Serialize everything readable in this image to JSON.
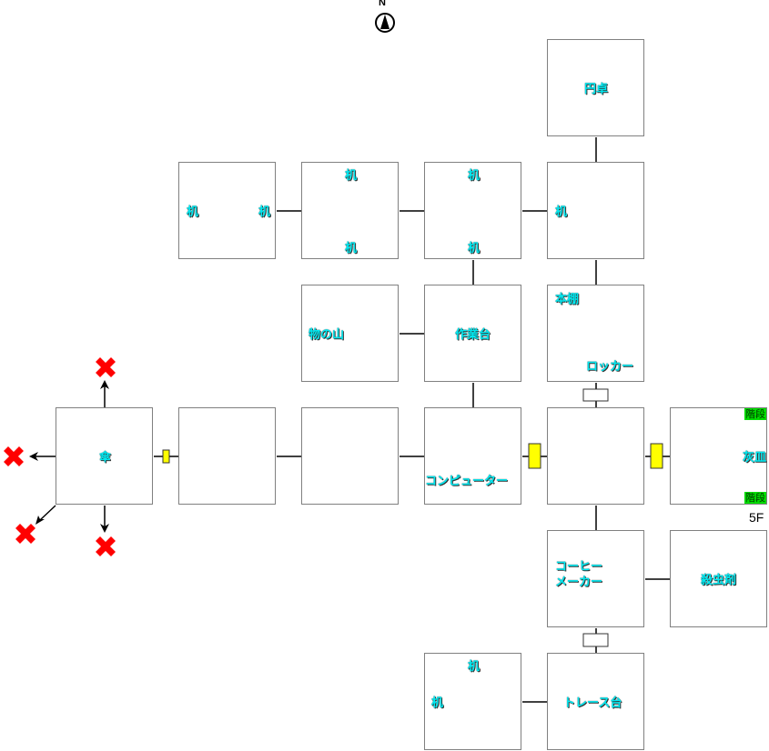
{
  "compass": {
    "label": "N"
  },
  "floor": "5F",
  "rooms": {
    "round_table": {
      "labels": [
        "円卓"
      ]
    },
    "desk_room_1": {
      "labels": [
        "机",
        "机"
      ]
    },
    "desk_room_2": {
      "labels": [
        "机",
        "机"
      ]
    },
    "desk_room_3": {
      "labels": [
        "机",
        "机"
      ]
    },
    "desk_room_4": {
      "labels": [
        "机"
      ]
    },
    "pile_room": {
      "labels": [
        "物の山"
      ]
    },
    "workbench_room": {
      "labels": [
        "作業台"
      ]
    },
    "shelf_room": {
      "labels": [
        "本棚",
        "ロッカー"
      ]
    },
    "umbrella_room": {
      "labels": [
        "傘"
      ]
    },
    "computer_room": {
      "labels": [
        "コンピューター"
      ]
    },
    "ashtray_room": {
      "labels": [
        "階段",
        "灰皿",
        "階段"
      ]
    },
    "coffee_room": {
      "labels": [
        "コーヒー",
        "メーカー"
      ]
    },
    "insecticide_room": {
      "labels": [
        "殺虫剤"
      ]
    },
    "desk_room_5": {
      "labels": [
        "机",
        "机"
      ]
    },
    "tracing_room": {
      "labels": [
        "トレース台"
      ]
    }
  },
  "colors": {
    "label": "#00e8f0",
    "locked_door": "#ffff00",
    "stairs": "#00dd00",
    "dead_end": "#ff0000"
  }
}
